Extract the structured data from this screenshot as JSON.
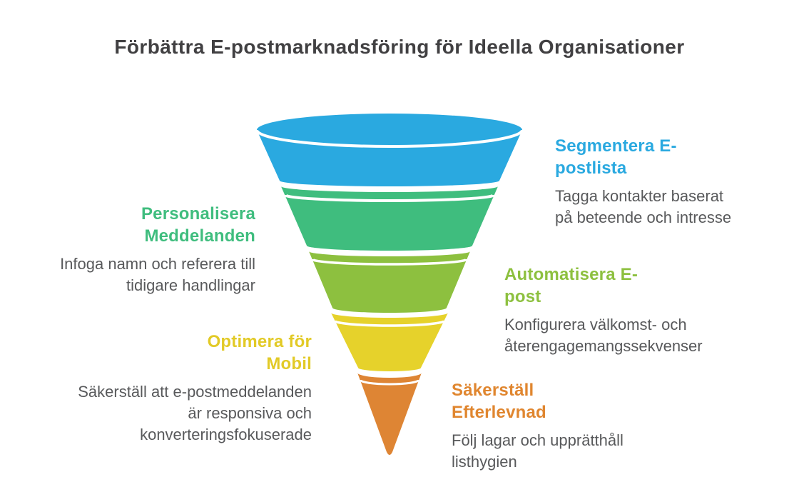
{
  "title": "Förbättra E-postmarknadsföring för Ideella Organisationer",
  "colors": {
    "background": "#ffffff",
    "title_text": "#414042",
    "body_text": "#58595b",
    "separator": "#ffffff"
  },
  "funnel": {
    "type": "funnel",
    "stages": [
      {
        "name": "Segmentera E-postlista",
        "color": "#2aa9e0"
      },
      {
        "name": "Personalisera Meddelanden",
        "color": "#3fbd7e"
      },
      {
        "name": "Automatisera E-post",
        "color": "#8dc03f"
      },
      {
        "name": "Optimera för Mobil",
        "color": "#e6d22b"
      },
      {
        "name": "Säkerställ Efterlevnad",
        "color": "#de8534"
      }
    ]
  },
  "callouts": [
    {
      "id": "segmentera",
      "side": "right",
      "heading": "Segmentera E-postlista",
      "heading_lines": [
        "Segmentera E-",
        "postlista"
      ],
      "body": "Tagga kontakter baserat på beteende och intresse",
      "body_lines": [
        "Tagga kontakter baserat",
        "på beteende och intresse"
      ],
      "color": "#2aa9e0"
    },
    {
      "id": "personalisera",
      "side": "left",
      "heading": "Personalisera Meddelanden",
      "heading_lines": [
        "Personalisera",
        "Meddelanden"
      ],
      "body": "Infoga namn och referera till tidigare handlingar",
      "body_lines": [
        "Infoga namn och referera till",
        "tidigare handlingar"
      ],
      "color": "#3fbd7e"
    },
    {
      "id": "automatisera",
      "side": "right",
      "heading": "Automatisera E-post",
      "heading_lines": [
        "Automatisera E-",
        "post"
      ],
      "body": "Konfigurera välkomst- och återengagemangssekvenser",
      "body_lines": [
        "Konfigurera välkomst- och",
        "återengagemangssekvenser"
      ],
      "color": "#8dc03f"
    },
    {
      "id": "optimera",
      "side": "left",
      "heading": "Optimera för Mobil",
      "heading_lines": [
        "Optimera för",
        "Mobil"
      ],
      "body": "Säkerställ att e-postmeddelanden är responsiva och konverteringsfokuserade",
      "body_lines": [
        "Säkerställ att e-postmeddelanden",
        "är responsiva och",
        "konverteringsfokuserade"
      ],
      "color": "#e2ca27"
    },
    {
      "id": "sakerstall",
      "side": "right",
      "heading": "Säkerställ Efterlevnad",
      "heading_lines": [
        "Säkerställ",
        "Efterlevnad"
      ],
      "body": "Följ lagar och upprätthåll listhygien",
      "body_lines": [
        "Följ lagar och upprätthåll",
        "listhygien"
      ],
      "color": "#e0862f"
    }
  ]
}
